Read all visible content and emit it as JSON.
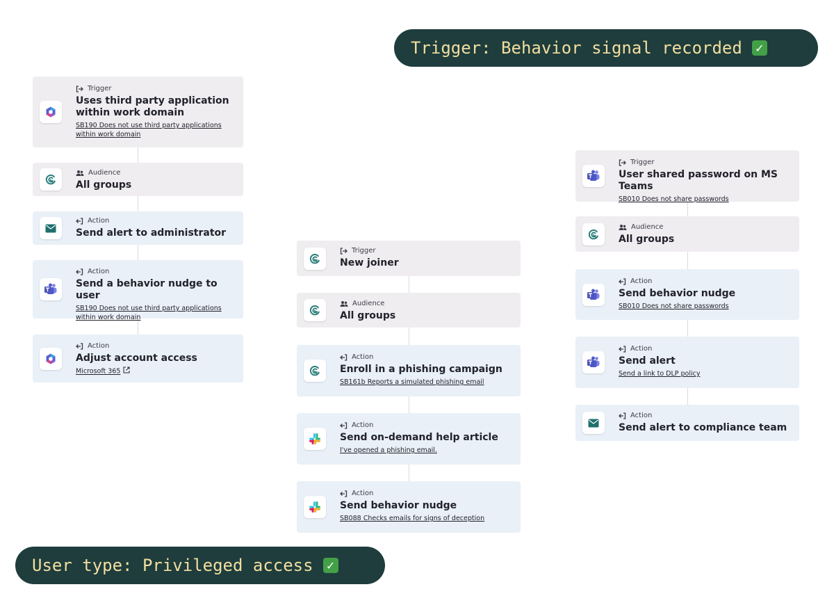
{
  "banners": {
    "top": "Trigger: Behavior signal recorded",
    "bottom": "User type: Privileged access"
  },
  "colors": {
    "banner_bg": "#1e3d3c",
    "banner_text": "#f3dea0",
    "check_green": "#43a047",
    "card_grey": "#efedf0",
    "card_blue": "#e9f0f7",
    "brand_teal": "#2a7d7b"
  },
  "flows": {
    "left": {
      "cards": [
        {
          "kind": "Trigger",
          "icon": "microsoft-365-icon",
          "title": "Uses third party application within work domain",
          "subtitle": "SB190 Does not use third party applications within work domain"
        },
        {
          "kind": "Audience",
          "icon": "brand-logo-icon",
          "title": "All groups"
        },
        {
          "kind": "Action",
          "icon": "email-icon",
          "title": "Send alert to administrator"
        },
        {
          "kind": "Action",
          "icon": "teams-icon",
          "title": "Send a behavior nudge to user",
          "subtitle": "SB190 Does not use third party applications within work domain"
        },
        {
          "kind": "Action",
          "icon": "microsoft-365-icon",
          "title": "Adjust account access",
          "subtitle": "Microsoft 365"
        }
      ]
    },
    "middle": {
      "cards": [
        {
          "kind": "Trigger",
          "icon": "brand-logo-icon",
          "title": "New joiner"
        },
        {
          "kind": "Audience",
          "icon": "brand-logo-icon",
          "title": "All groups"
        },
        {
          "kind": "Action",
          "icon": "brand-logo-icon",
          "title": "Enroll in a phishing campaign",
          "subtitle": "SB161b Reports a simulated phishing email"
        },
        {
          "kind": "Action",
          "icon": "slack-icon",
          "title": "Send on-demand help article",
          "subtitle": "I've opened a phishing email."
        },
        {
          "kind": "Action",
          "icon": "slack-icon",
          "title": "Send behavior nudge",
          "subtitle": "SB088 Checks emails for signs of deception"
        }
      ]
    },
    "right": {
      "cards": [
        {
          "kind": "Trigger",
          "icon": "teams-icon",
          "title": "User shared password on MS Teams",
          "subtitle": "SB010 Does not share passwords"
        },
        {
          "kind": "Audience",
          "icon": "brand-logo-icon",
          "title": "All groups"
        },
        {
          "kind": "Action",
          "icon": "teams-icon",
          "title": "Send behavior nudge",
          "subtitle": "SB010 Does not share passwords"
        },
        {
          "kind": "Action",
          "icon": "teams-icon",
          "title": "Send alert",
          "subtitle": "Send a link to DLP policy"
        },
        {
          "kind": "Action",
          "icon": "email-icon",
          "title": "Send alert to compliance team"
        }
      ]
    }
  }
}
